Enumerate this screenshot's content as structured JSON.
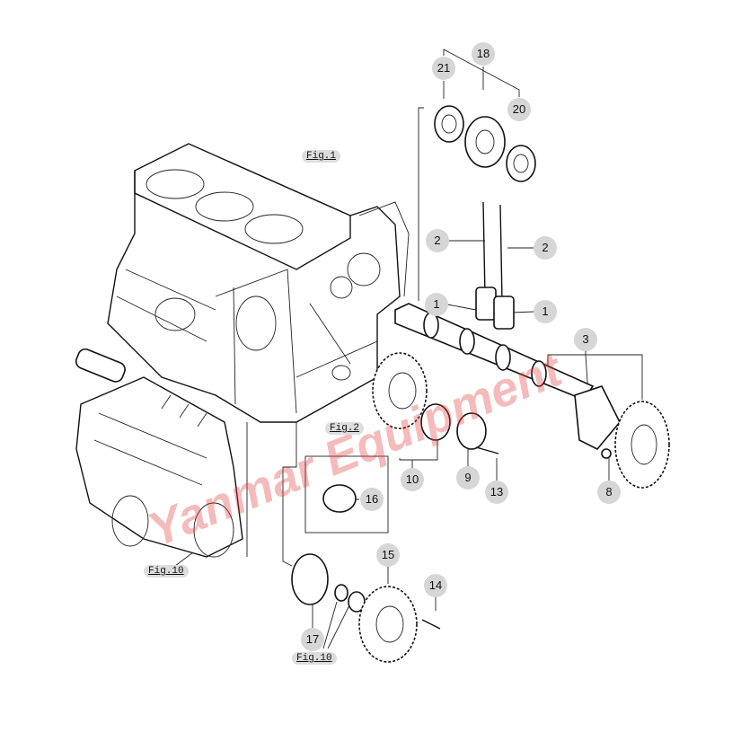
{
  "diagram": {
    "watermark": "Yanmar Equipment",
    "figure_refs": {
      "fig1": "Fig.1",
      "fig2": "Fig.2",
      "fig10_a": "Fig.10",
      "fig10_b": "Fig.10"
    },
    "callouts": {
      "c21": "21",
      "c18": "18",
      "c20": "20",
      "c2a": "2",
      "c2b": "2",
      "c1a": "1",
      "c1b": "1",
      "c3": "3",
      "c8": "8",
      "c9": "9",
      "c13": "13",
      "c10": "10",
      "c16": "16",
      "c15": "15",
      "c14": "14",
      "c17": "17"
    },
    "colors": {
      "callout_bg": "#d6d6d6",
      "watermark": "#e13c3c"
    }
  }
}
